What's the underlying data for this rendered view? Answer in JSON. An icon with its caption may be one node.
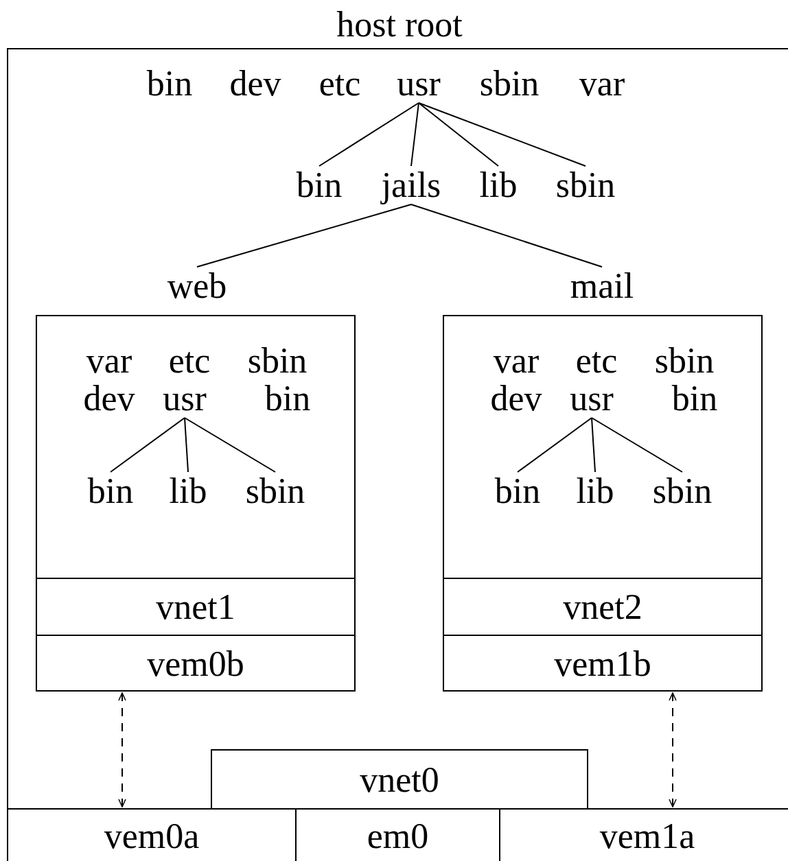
{
  "diagram": {
    "nodes": [
      {
        "text": [
          "host root"
        ]
      },
      {
        "text": [
          "bin"
        ],
        "in": 0
      },
      {
        "text": [
          "dev"
        ],
        "in": 0
      },
      {
        "text": [
          "etc"
        ],
        "in": 0
      },
      {
        "text": [
          "usr"
        ],
        "in": 0
      },
      {
        "text": [
          "sbin"
        ],
        "in": 0
      },
      {
        "text": [
          "var"
        ],
        "in": 0
      },
      {
        "text": [
          "bin"
        ],
        "in": 0
      },
      {
        "text": [
          "jails"
        ],
        "in": 0
      },
      {
        "text": [
          "lib"
        ],
        "in": 0
      },
      {
        "text": [
          "sbin"
        ],
        "in": 0
      },
      {
        "text": [
          "web"
        ],
        "in": 0
      },
      {
        "text": [
          "mail"
        ],
        "in": 0
      },
      {
        "text": [],
        "shape": "box",
        "in": 0
      },
      {
        "text": [
          "var"
        ],
        "in": 13
      },
      {
        "text": [
          "etc"
        ],
        "in": 13
      },
      {
        "text": [
          "sbin"
        ],
        "in": 13
      },
      {
        "text": [
          "dev"
        ],
        "in": 13
      },
      {
        "text": [
          "usr"
        ],
        "in": 13
      },
      {
        "text": [
          "bin"
        ],
        "in": 13
      },
      {
        "text": [
          "bin"
        ],
        "in": 13
      },
      {
        "text": [
          "lib"
        ],
        "in": 13
      },
      {
        "text": [
          "sbin"
        ],
        "in": 13
      },
      {
        "text": [
          "vnet1"
        ],
        "in": 13
      },
      {
        "text": [
          "vem0b"
        ],
        "in": 13
      },
      {
        "text": [],
        "shape": "box",
        "in": 0
      },
      {
        "text": [
          "var"
        ],
        "in": 25
      },
      {
        "text": [
          "etc"
        ],
        "in": 25
      },
      {
        "text": [
          "sbin"
        ],
        "in": 25
      },
      {
        "text": [
          "dev"
        ],
        "in": 25
      },
      {
        "text": [
          "usr"
        ],
        "in": 25
      },
      {
        "text": [
          "bin"
        ],
        "in": 25
      },
      {
        "text": [
          "bin"
        ],
        "in": 25
      },
      {
        "text": [
          "lib"
        ],
        "in": 25
      },
      {
        "text": [
          "sbin"
        ],
        "in": 25
      },
      {
        "text": [
          "vnet2"
        ],
        "in": 25
      },
      {
        "text": [
          "vem1b"
        ],
        "in": 25
      },
      {
        "text": [
          "vnet0"
        ],
        "in": 0
      },
      {
        "text": [
          "vem0a"
        ],
        "in": 0
      },
      {
        "text": [
          "em0"
        ],
        "in": 0
      },
      {
        "text": [
          "vem1a"
        ],
        "in": 0
      }
    ],
    "edges": [
      {
        "from": 4,
        "to": 7,
        "arrow": "none"
      },
      {
        "from": 4,
        "to": 8,
        "arrow": "none"
      },
      {
        "from": 4,
        "to": 9,
        "arrow": "none"
      },
      {
        "from": 4,
        "to": 10,
        "arrow": "none"
      },
      {
        "from": 8,
        "to": 11,
        "arrow": "none"
      },
      {
        "from": 8,
        "to": 12,
        "arrow": "none"
      },
      {
        "from": 18,
        "to": 20,
        "arrow": "none"
      },
      {
        "from": 18,
        "to": 21,
        "arrow": "none"
      },
      {
        "from": 18,
        "to": 22,
        "arrow": "none"
      },
      {
        "from": 30,
        "to": 32,
        "arrow": "none"
      },
      {
        "from": 30,
        "to": 33,
        "arrow": "none"
      },
      {
        "from": 30,
        "to": 34,
        "arrow": "none"
      },
      {
        "from": 24,
        "to": 38,
        "arrow": "both",
        "style": "dashed"
      },
      {
        "from": 36,
        "to": 40,
        "arrow": "both",
        "style": "dashed"
      }
    ]
  }
}
